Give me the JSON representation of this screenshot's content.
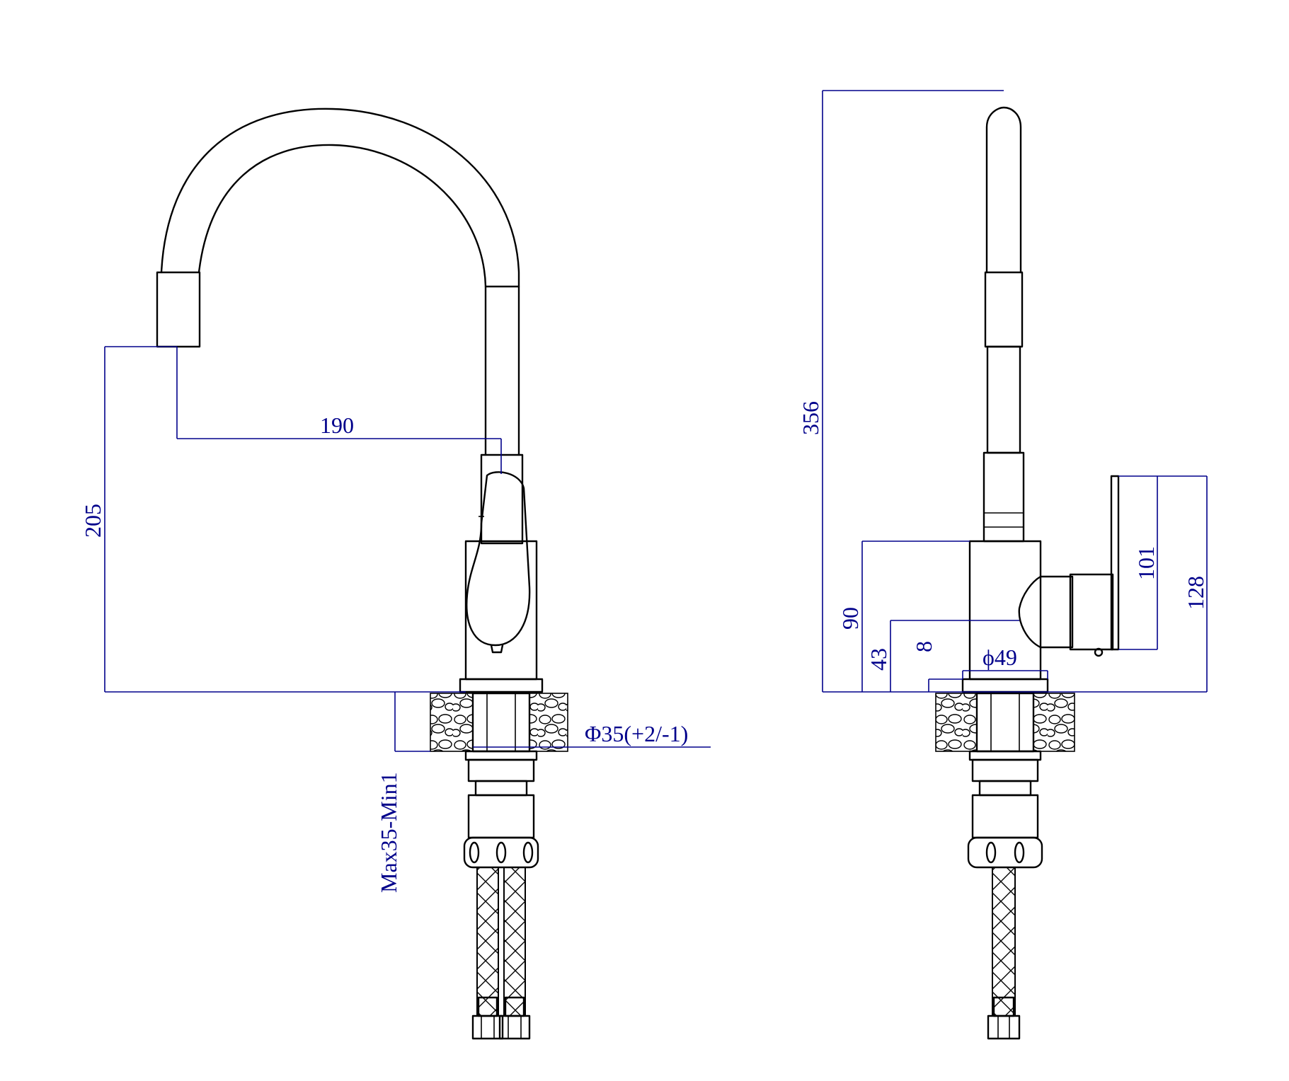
{
  "colors": {
    "outline": "#000000",
    "dimension": "#00008b",
    "background": "#ffffff"
  },
  "front_view": {
    "dims": {
      "spout_reach": "190",
      "spout_height": "205",
      "hole_diameter": "Φ35(+2/-1)",
      "deck_thickness": "Max35-Min1"
    }
  },
  "side_view": {
    "dims": {
      "total_height": "356",
      "body_height": "90",
      "handle_axis_height": "43",
      "base_ring": "8",
      "base_diameter": "ϕ49",
      "handle_length": "101",
      "handle_total_height": "128"
    }
  }
}
